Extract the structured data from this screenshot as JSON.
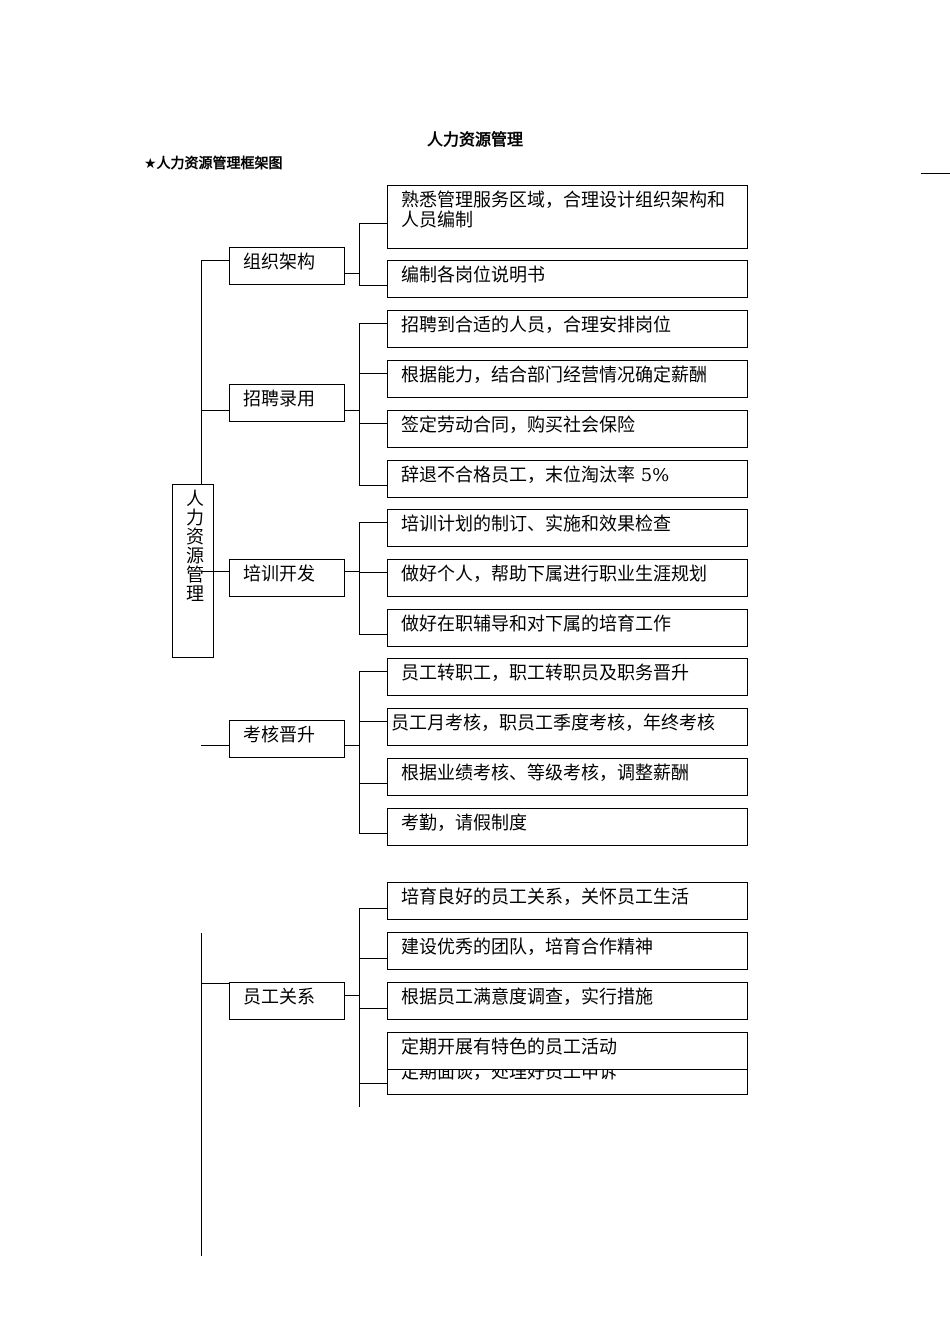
{
  "title": "人力资源管理",
  "subtitle": "★人力资源管理框架图",
  "root": {
    "label": "人力资源管理"
  },
  "categories": [
    {
      "label": "组织架构",
      "items": [
        "熟悉管理服务区域，合理设计组织架构和人员编制",
        "编制各岗位说明书"
      ]
    },
    {
      "label": "招聘录用",
      "items": [
        "招聘到合适的人员，合理安排岗位",
        "根据能力，结合部门经营情况确定薪酬",
        "签定劳动合同，购买社会保险",
        "辞退不合格员工，末位淘汰率 5%"
      ]
    },
    {
      "label": "培训开发",
      "items": [
        "培训计划的制订、实施和效果检查",
        "做好个人，帮助下属进行职业生涯规划",
        "做好在职辅导和对下属的培育工作"
      ]
    },
    {
      "label": "考核晋升",
      "items": [
        "员工转职工，职工转职员及职务晋升",
        "员工月考核，职员工季度考核，年终考核",
        "根据业绩考核、等级考核，调整薪酬",
        "考勤，请假制度"
      ]
    },
    {
      "label": "员工关系",
      "items": [
        "培育良好的员工关系，关怀员工生活",
        "建设优秀的团队，培育合作精神",
        "根据员工满意度调查，实行措施",
        "定期开展有特色的员工活动",
        "定期面谈，处理好员工申诉"
      ]
    }
  ]
}
